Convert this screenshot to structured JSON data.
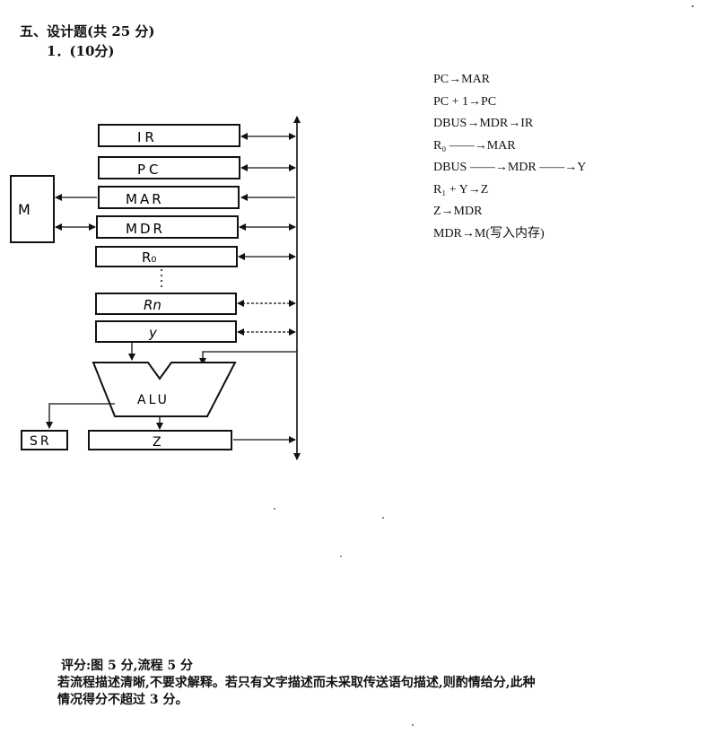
{
  "section_heading": "五、设计题(共 25 分)",
  "question_number": "1．(10分)",
  "diagram": {
    "memory_label": "M",
    "registers": [
      "IR",
      "PC",
      "MAR",
      "MDR",
      "R₀",
      "Rn",
      "y"
    ],
    "alu_label": "ALU",
    "sr_label": "SR",
    "z_label": "Z"
  },
  "steps": [
    "PC→MAR",
    "PC + 1→PC",
    "DBUS→MDR→IR",
    "R₀ ——→MAR",
    "DBUS ——→MDR ——→Y",
    "R₁ + Y→Z",
    "Z→MDR",
    "MDR→M(写入内存)"
  ],
  "grading": {
    "line1": "评分:图 5 分,流程 5 分",
    "line2": "若流程描述清晰,不要求解释。若只有文字描述而未采取传送语句描述,则酌情给分,此种",
    "line3": "情况得分不超过 3 分。"
  }
}
